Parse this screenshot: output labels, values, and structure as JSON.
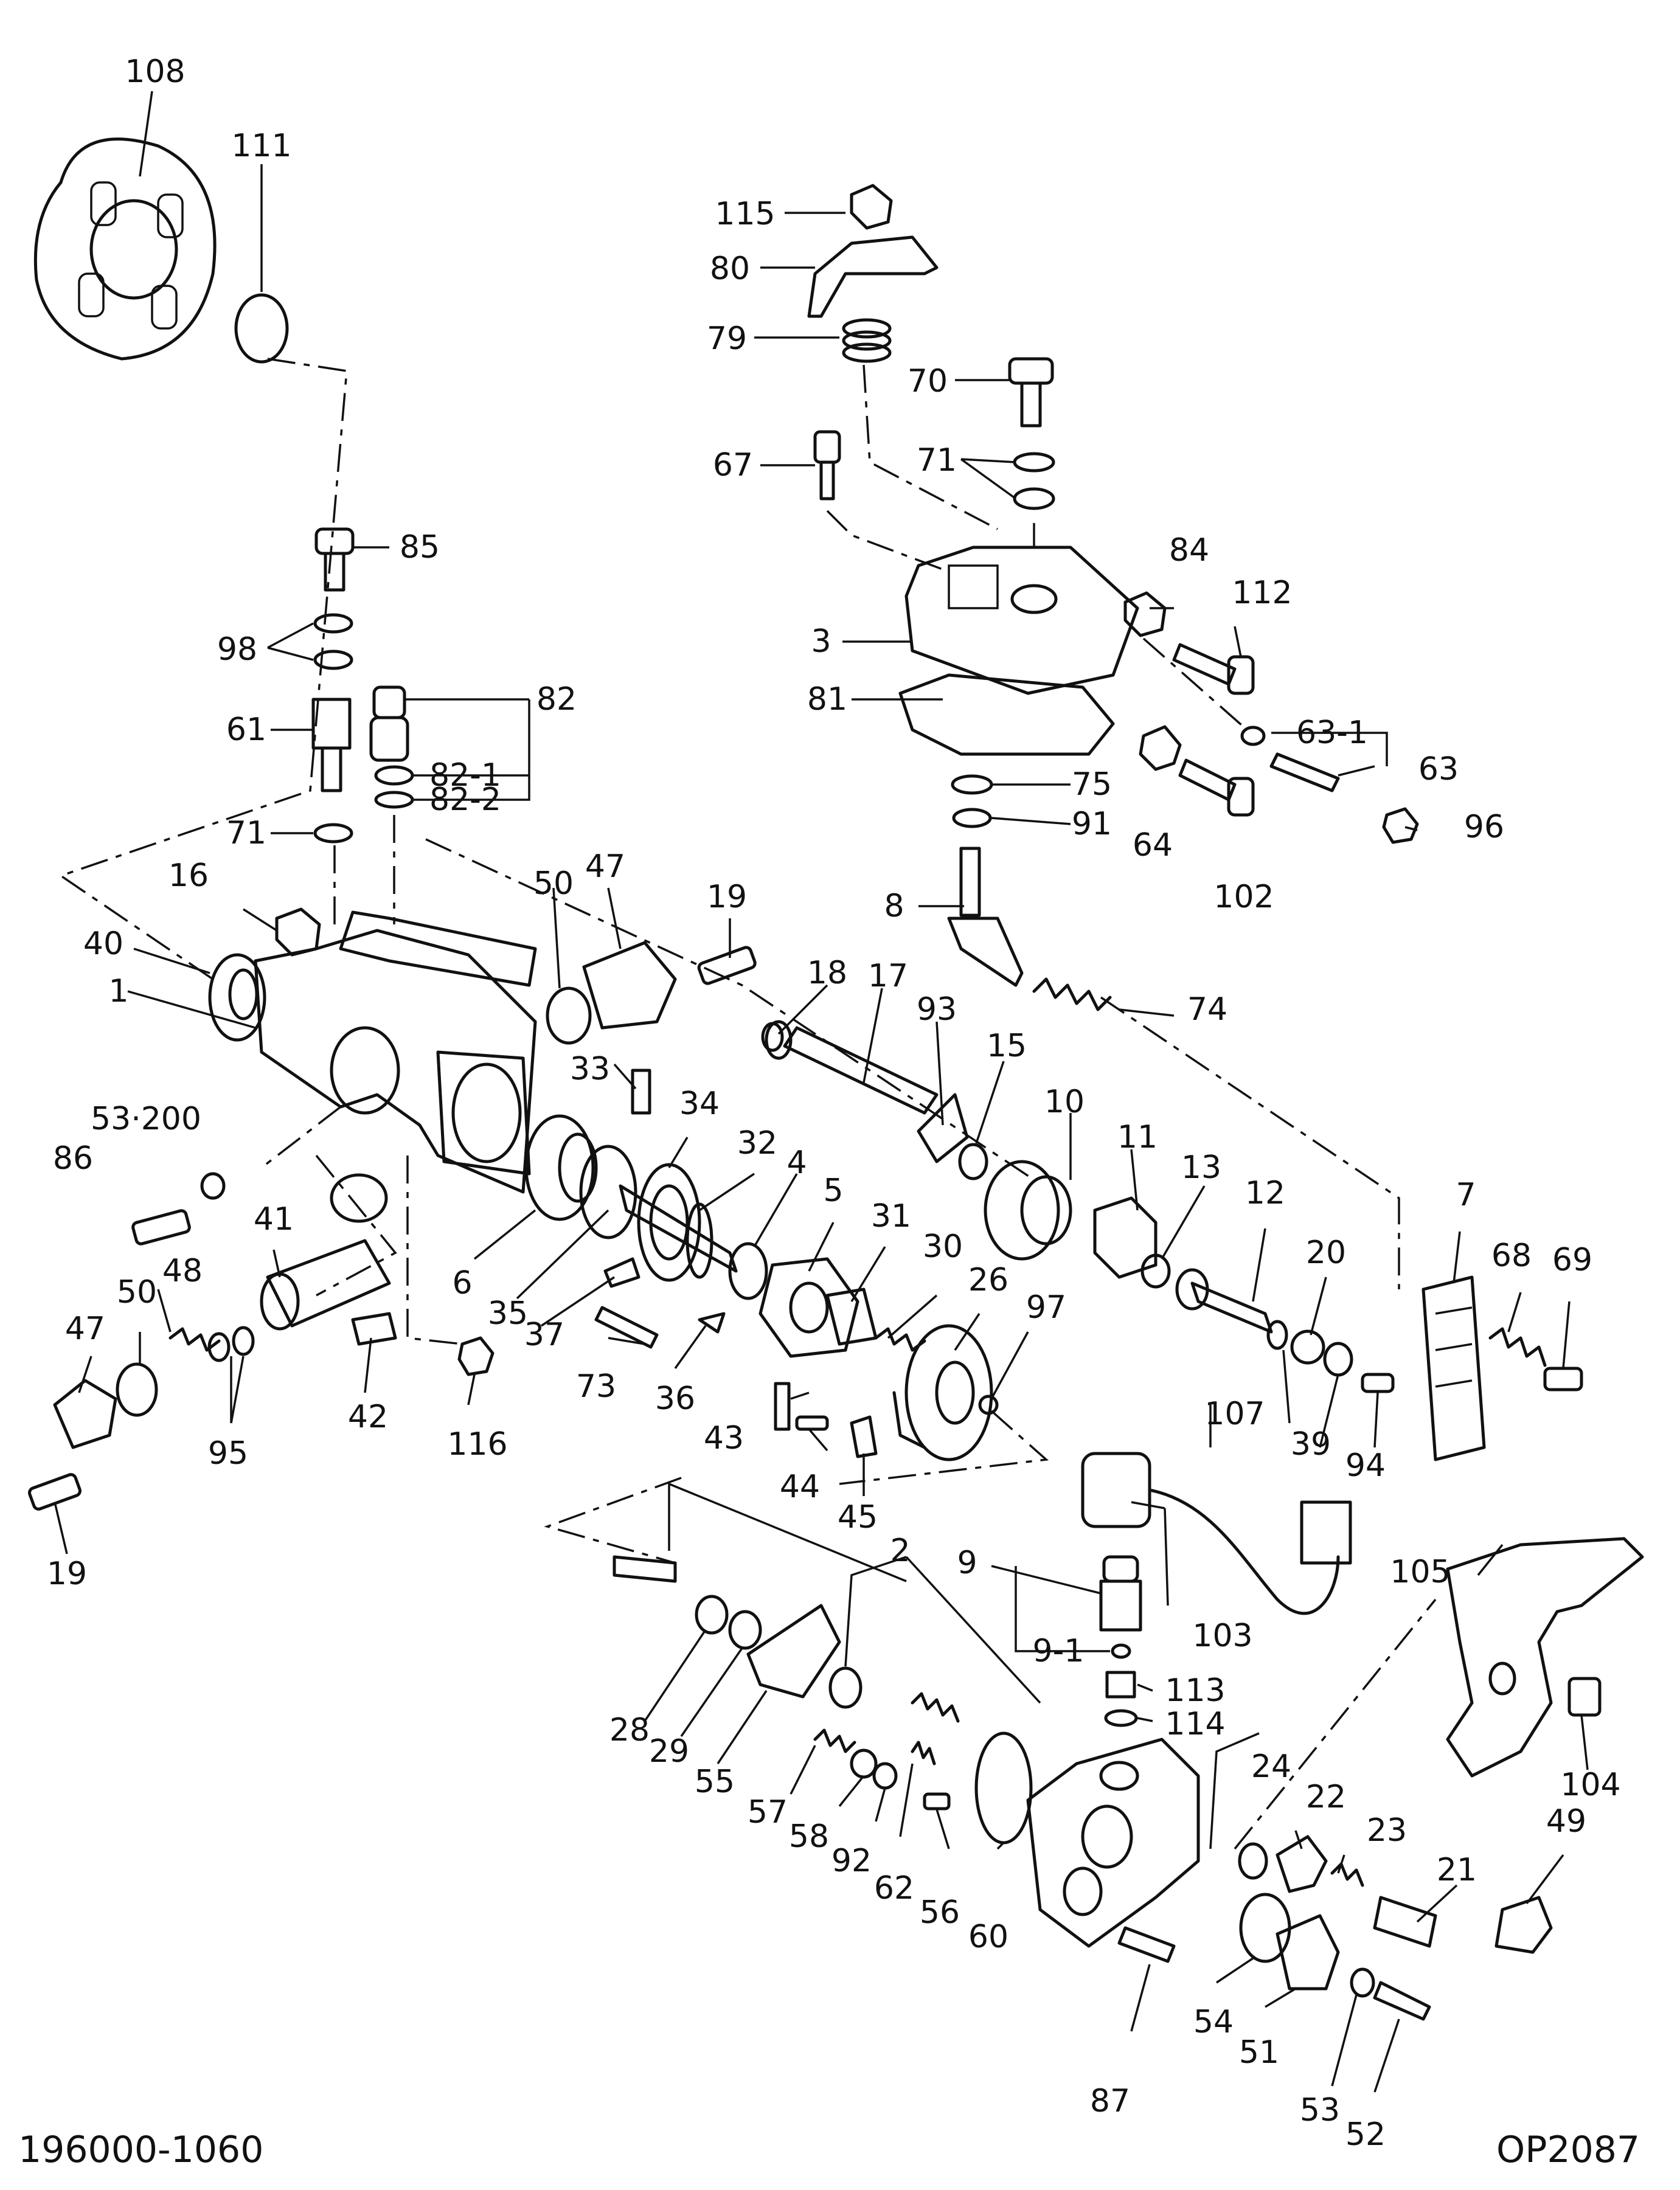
{
  "drawing_number": "196000-1060",
  "drawing_code": "OP2087",
  "part_numbers": {
    "p1": "1",
    "p2": "2",
    "p3": "3",
    "p4": "4",
    "p5": "5",
    "p6": "6",
    "p7": "7",
    "p8": "8",
    "p9": "9",
    "p9_1": "9-1",
    "p10": "10",
    "p11": "11",
    "p12": "12",
    "p13": "13",
    "p15": "15",
    "p16": "16",
    "p17": "17",
    "p18": "18",
    "p19a": "19",
    "p19b": "19",
    "p20": "20",
    "p21": "21",
    "p22": "22",
    "p23": "23",
    "p24": "24",
    "p26": "26",
    "p28": "28",
    "p29": "29",
    "p30": "30",
    "p31": "31",
    "p32": "32",
    "p33": "33",
    "p34": "34",
    "p35": "35",
    "p36": "36",
    "p37": "37",
    "p39": "39",
    "p40": "40",
    "p41": "41",
    "p42": "42",
    "p43": "43",
    "p44": "44",
    "p45": "45",
    "p47a": "47",
    "p47b": "47",
    "p48": "48",
    "p49": "49",
    "p50a": "50",
    "p50b": "50",
    "p51": "51",
    "p52": "52",
    "p53": "53",
    "p53_200": "53·200",
    "p54": "54",
    "p55": "55",
    "p56": "56",
    "p57": "57",
    "p58": "58",
    "p60": "60",
    "p61": "61",
    "p62": "62",
    "p63": "63",
    "p63_1": "63-1",
    "p64": "64",
    "p67": "67",
    "p68": "68",
    "p69": "69",
    "p70": "70",
    "p71a": "71",
    "p71b": "71",
    "p73": "73",
    "p74": "74",
    "p75": "75",
    "p79": "79",
    "p80": "80",
    "p81": "81",
    "p82": "82",
    "p82_1": "82-1",
    "p82_2": "82-2",
    "p84": "84",
    "p85": "85",
    "p86": "86",
    "p87": "87",
    "p91": "91",
    "p92": "92",
    "p93": "93",
    "p94": "94",
    "p95": "95",
    "p96": "96",
    "p97": "97",
    "p98": "98",
    "p102": "102",
    "p103": "103",
    "p104": "104",
    "p105": "105",
    "p107": "107",
    "p108": "108",
    "p111": "111",
    "p112": "112",
    "p113": "113",
    "p114": "114",
    "p115": "115",
    "p116": "116"
  }
}
